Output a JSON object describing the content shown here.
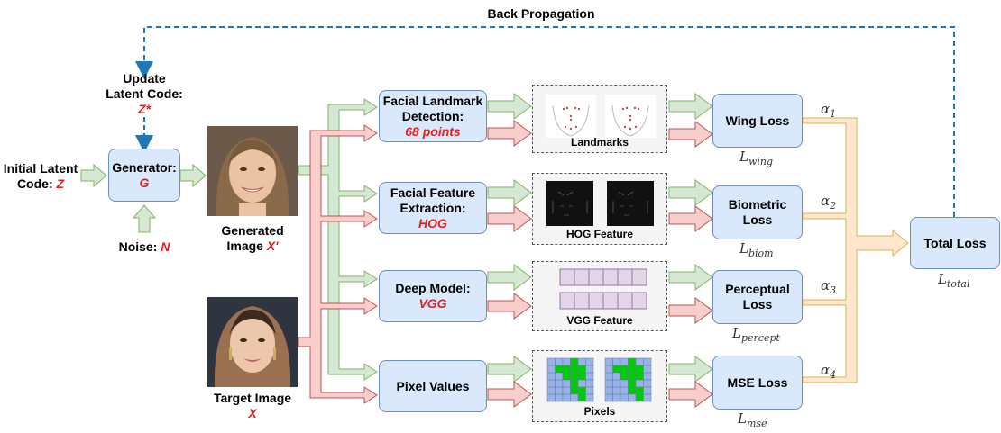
{
  "top": {
    "back_propagation": "Back Propagation"
  },
  "left": {
    "update_line1": "Update",
    "update_line2": "Latent Code:",
    "update_var": "Z*",
    "initial_line1": "Initial Latent",
    "initial_line2": "Code:",
    "initial_var": "Z",
    "noise_label": "Noise:",
    "noise_var": "N"
  },
  "generator": {
    "title": "Generator:",
    "var": "G"
  },
  "images": {
    "generated_line1": "Generated",
    "generated_line2": "Image",
    "generated_var": "X'",
    "target_line1": "Target Image",
    "target_var": "X"
  },
  "blocks": [
    {
      "line1": "Facial Landmark",
      "line2": "Detection:",
      "detail": "68 points"
    },
    {
      "line1": "Facial Feature",
      "line2": "Extraction:",
      "detail": "HOG"
    },
    {
      "line1": "Deep Model:",
      "line2": "",
      "detail": "VGG"
    },
    {
      "line1": "Pixel Values",
      "line2": "",
      "detail": ""
    }
  ],
  "features": [
    "Landmarks",
    "HOG Feature",
    "VGG Feature",
    "Pixels"
  ],
  "losses": [
    {
      "line1": "Wing Loss",
      "line2": "",
      "sym": "L",
      "sub": "wing",
      "alpha": "α",
      "alpha_sub": "1"
    },
    {
      "line1": "Biometric",
      "line2": "Loss",
      "sym": "L",
      "sub": "biom",
      "alpha": "α",
      "alpha_sub": "2"
    },
    {
      "line1": "Perceptual",
      "line2": "Loss",
      "sym": "L",
      "sub": "percept",
      "alpha": "α",
      "alpha_sub": "3"
    },
    {
      "line1": "MSE Loss",
      "line2": "",
      "sym": "L",
      "sub": "mse",
      "alpha": "α",
      "alpha_sub": "4"
    }
  ],
  "total": {
    "label": "Total Loss",
    "sym": "L",
    "sub": "total"
  },
  "colors": {
    "green_fill": "#d5e8d4",
    "green_stroke": "#82b366",
    "red_fill": "#f8cecc",
    "red_stroke": "#b85450",
    "orange_fill": "#ffe6cc",
    "orange_stroke": "#d6b656",
    "blue_fill": "#dae8fc",
    "blue_stroke": "#6c8ebf",
    "dash": "#1f77b4",
    "accent_text": "#e61e1e"
  },
  "icons": {
    "generated_face": "generated-face-photo",
    "target_face": "target-face-photo"
  }
}
